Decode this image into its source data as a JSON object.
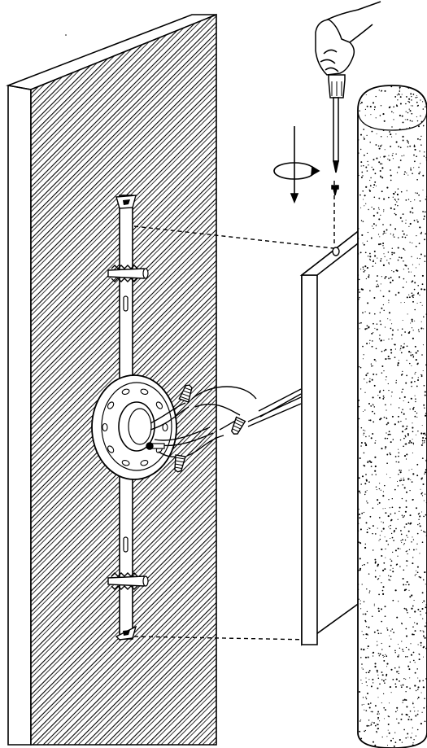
{
  "diagram": {
    "kind": "line-art installation illustration",
    "colors": {
      "ink": "#000000",
      "paper": "#ffffff"
    },
    "parts": [
      {
        "name": "wall-panel",
        "icon": "hatched-wall"
      },
      {
        "name": "mounting-bar",
        "icon": "crossbar"
      },
      {
        "name": "wall-anchors",
        "icon": "anchor-icon"
      },
      {
        "name": "ceiling-plate",
        "icon": "round-plate"
      },
      {
        "name": "wire-connectors",
        "icon": "wire-nut-icon"
      },
      {
        "name": "lamp-body",
        "icon": "box-panel"
      },
      {
        "name": "glass-cylinder",
        "icon": "speckled-cylinder"
      },
      {
        "name": "screwdriver",
        "icon": "screwdriver-icon"
      },
      {
        "name": "rotation-arrow",
        "icon": "rotate-icon"
      }
    ]
  }
}
